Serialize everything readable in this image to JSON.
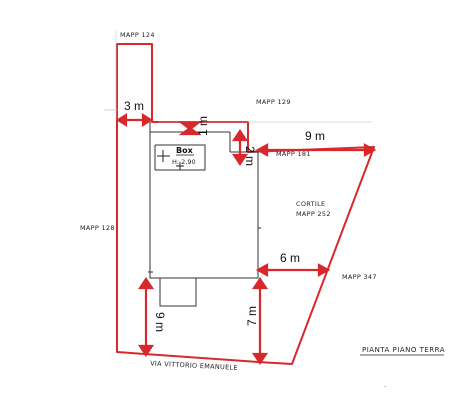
{
  "labels": {
    "mapp_124": "MAPP 124",
    "mapp_129": "MAPP 129",
    "mapp_128": "MAPP 128",
    "mapp_181": "MAPP 181",
    "cortile": "CORTILE",
    "mapp_252": "MAPP 252",
    "mapp_347": "MAPP 347",
    "street": "VIA VITTORIO EMANUELE",
    "title": "PIANTA PIANO TERRA",
    "box": "Box",
    "box_height": "H: 2,90"
  },
  "dimensions": {
    "d_3m": "3 m",
    "d_1m": "1 m",
    "d_2m": "2 m",
    "d_9m": "9 m",
    "d_6m": "6 m",
    "d_9m_vertical": "9 m",
    "d_7m": "7 m"
  },
  "colors": {
    "boundary": "#d8282c",
    "building": "#333333"
  }
}
